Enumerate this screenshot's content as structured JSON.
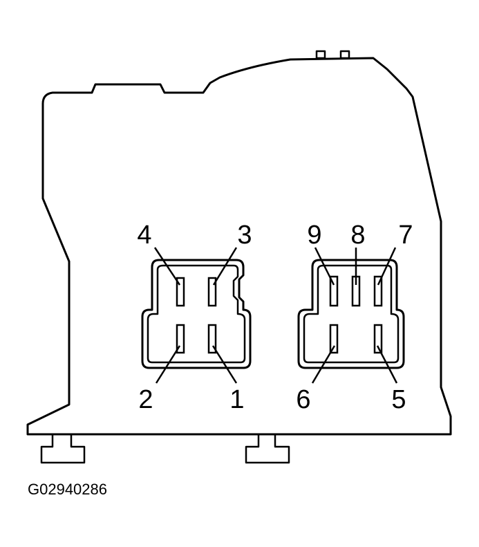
{
  "figure_id": "G02940286",
  "connectors": [
    {
      "name": "connector-a",
      "pins": [
        {
          "number": "4",
          "label": "4"
        },
        {
          "number": "3",
          "label": "3"
        },
        {
          "number": "2",
          "label": "2"
        },
        {
          "number": "1",
          "label": "1"
        }
      ]
    },
    {
      "name": "connector-b",
      "pins": [
        {
          "number": "9",
          "label": "9"
        },
        {
          "number": "8",
          "label": "8"
        },
        {
          "number": "7",
          "label": "7"
        },
        {
          "number": "6",
          "label": "6"
        },
        {
          "number": "5",
          "label": "5"
        }
      ]
    }
  ]
}
